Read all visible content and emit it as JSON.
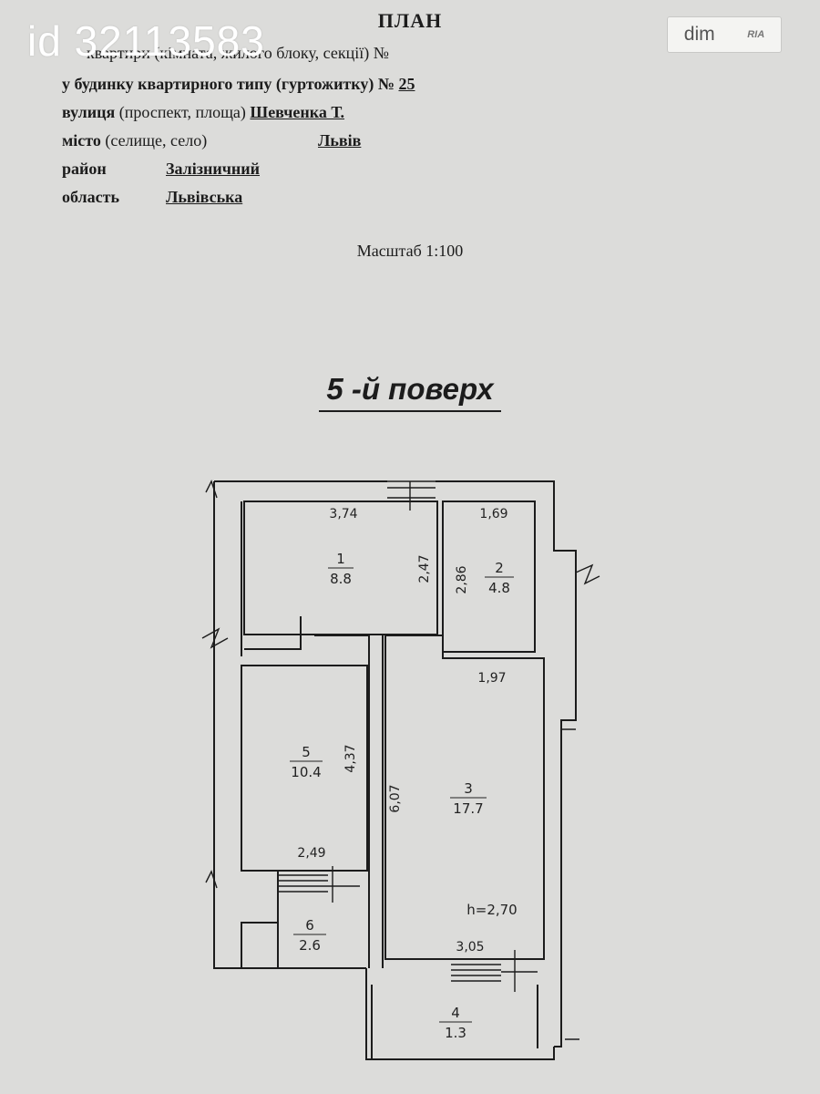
{
  "watermark": {
    "id_text": "id 32113583"
  },
  "logo": {
    "brand": "dim",
    "sub": "RIA"
  },
  "header": {
    "title": "ПЛАН",
    "line1": "квартири (кімната, жилого блоку, секції) №",
    "line2_label": "у будинку квартирного типу (гуртожитку) №",
    "line2_value": "25",
    "street_label": "вулиця",
    "street_sub": "(проспект, площа)",
    "street_value": "Шевченка Т.",
    "city_label": "місто",
    "city_sub": "(селище, село)",
    "city_value": "Львів",
    "district_label": "район",
    "district_value": "Залізничний",
    "region_label": "область",
    "region_value": "Львівська",
    "scale": "Масштаб 1:100"
  },
  "floor_title": "5 -й поверх",
  "plan": {
    "rooms": [
      {
        "number": "1",
        "area": "8.8"
      },
      {
        "number": "2",
        "area": "4.8"
      },
      {
        "number": "3",
        "area": "17.7"
      },
      {
        "number": "4",
        "area": "1.3"
      },
      {
        "number": "5",
        "area": "10.4"
      },
      {
        "number": "6",
        "area": "2.6"
      }
    ],
    "dimensions": {
      "room1_width": "3,74",
      "room1_height": "2,47",
      "room2_width": "1,69",
      "room2_height": "2,86",
      "room3_width_top": "1,97",
      "room3_height": "6,07",
      "room3_width_bottom": "3,05",
      "room5_height": "4,37",
      "room5_width": "2,49"
    },
    "ceiling_height": "h=2,70"
  }
}
